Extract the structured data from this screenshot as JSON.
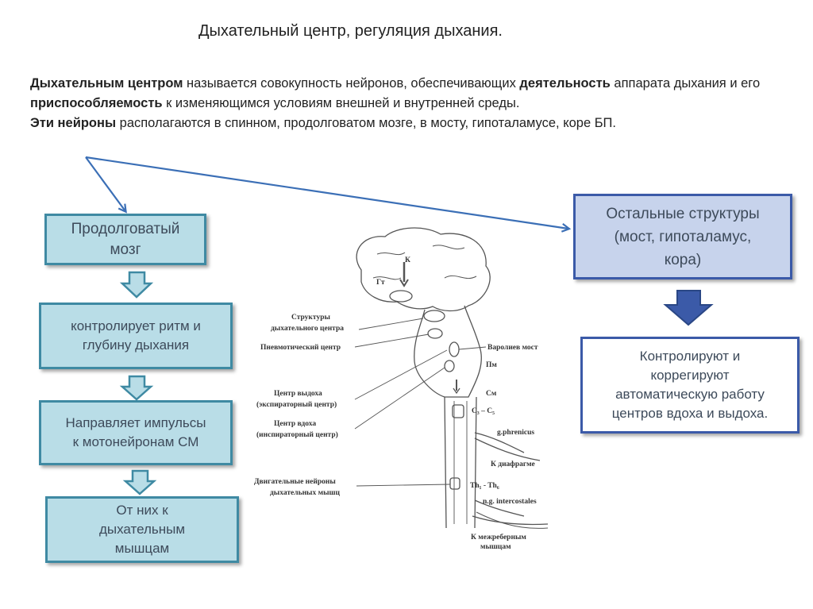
{
  "title": "Дыхательный центр,  регуляция дыхания.",
  "intro": {
    "bold_1": "Дыхательным центром",
    "text_1": " называется  совокупность нейронов, обеспечивающих ",
    "bold_2": "деятельность",
    "text_2": " аппарата дыхания и его ",
    "bold_3": "приспособляемость",
    "text_3": " к изменяющимся условиям внешней и внутренней среды.",
    "bold_4": "Эти нейроны",
    "text_4": " располагаются в спинном, продолговатом мозге, в мосту, гипоталамусе, коре БП."
  },
  "left_boxes": {
    "medulla_line1": "Продолговатый",
    "medulla_line2": "мозг",
    "rhythm_line1": "контролирует ритм и",
    "rhythm_line2": "глубину дыхания",
    "impulse_line1": "Направляет импульсы",
    "impulse_line2": "к  мотонейронам СМ",
    "muscle_line1": "От  них  к",
    "muscle_line2": "дыхательным",
    "muscle_line3": "мышцам"
  },
  "right_boxes": {
    "other_line1": "Остальные структуры",
    "other_line2": "(мост, гипоталамус,",
    "other_line3": "кора)",
    "control_line1": "Контролируют  и",
    "control_line2": "коррегируют",
    "control_line3": "автоматическую работу",
    "control_line4": "центров вдоха и выдоха."
  },
  "figure_labels": {
    "k": "К",
    "gt": "Гт",
    "structures_1": "Структуры",
    "structures_2": "дыхательного центра",
    "pneumotaxic": "Пневмотический центр",
    "exp_1": "Центр выдоха",
    "exp_2": "(экспираторный центр)",
    "insp_1": "Центр вдоха",
    "insp_2": "(инспираторный центр)",
    "motor_1": "Двигательные нейроны",
    "motor_2": "дыхательных мышц",
    "pons": "Варолиев мост",
    "pm": "Пм",
    "sm": "См",
    "c3c5": "C₃ – C₅",
    "phrenicus": "g.phrenicus",
    "diaphragm": "К диафрагме",
    "th": "Th₁ - Th₆",
    "intercostales": "n.g. intercostales",
    "intercostal_1": "К межреберным",
    "intercostal_2": "мышцам"
  },
  "colors": {
    "left_box_fill": "#b9dde7",
    "left_box_border": "#3f8aa3",
    "right_box_fill": "#c7d3ec",
    "right_box_border": "#3b5aa8",
    "arrow_line": "#3b6fb6",
    "down_arrow_left": "#b9dde7",
    "down_arrow_right": "#3b5aa8"
  }
}
